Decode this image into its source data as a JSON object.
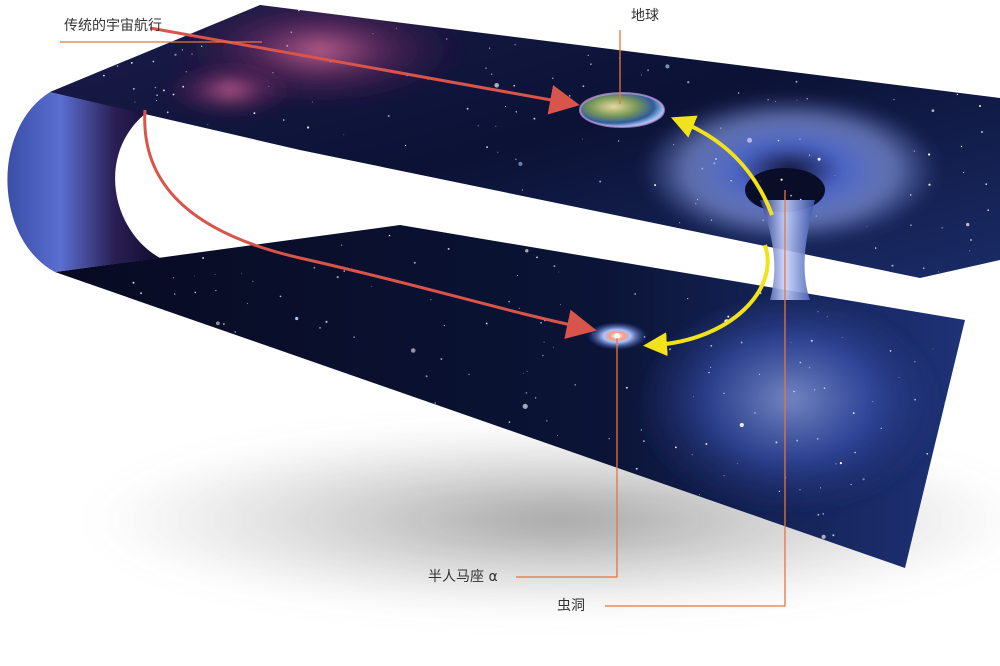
{
  "labels": {
    "traditional_travel": "传统的宇宙航行",
    "earth": "地球",
    "alpha_centauri": "半人马座 α",
    "wormhole": "虫洞"
  },
  "colors": {
    "leader_line": "#e8753a",
    "travel_arrow": "#d9544a",
    "wormhole_arrow": "#f2e21c",
    "space": "#0a1030"
  }
}
